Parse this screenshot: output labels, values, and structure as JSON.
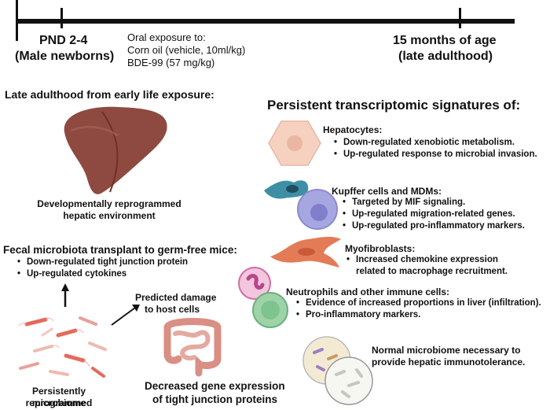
{
  "timeline": {
    "start": {
      "title": "PND 2-4",
      "subtitle": "(Male newborns)"
    },
    "exposure": {
      "heading": "Oral exposure to:",
      "line1": "Corn oil (vehicle, 10ml/kg)",
      "line2": "BDE-99 (57 mg/kg)"
    },
    "end": {
      "title": "15 months of age",
      "subtitle": "(late adulthood)"
    }
  },
  "left": {
    "heading": "Late adulthood from early life exposure:",
    "liver_caption": [
      "Developmentally reprogrammed",
      "hepatic environment"
    ],
    "fmt_heading": "Fecal microbiota transplant to germ-free mice:",
    "fmt_bullets": [
      "Down-regulated tight junction protein",
      "Up-regulated cytokines"
    ],
    "microbiome_caption": [
      "Persistently reprogrammed",
      "microbiome"
    ],
    "damage_caption": [
      "Predicted damage",
      "to host cells"
    ],
    "gut_caption": [
      "Decreased gene expression",
      "of tight junction proteins"
    ]
  },
  "right": {
    "heading": "Persistent transcriptomic signatures of:",
    "cells": [
      {
        "title": "Hepatocytes:",
        "bullets": [
          "Down-regulated xenobiotic metabolism.",
          "Up-regulated response to microbial invasion."
        ]
      },
      {
        "title": "Kupffer cells and MDMs:",
        "bullets": [
          "Targeted by MIF signaling.",
          "Up-regulated migration-related genes.",
          "Up-regulated pro-inflammatory markers."
        ]
      },
      {
        "title": "Myofibroblasts:",
        "bullets": [
          "Increased chemokine expression",
          "related to macrophage recruitment."
        ]
      },
      {
        "title": "Neutrophils and other immune cells:",
        "bullets": [
          "Evidence of increased proportions in liver (infiltration).",
          "Pro-inflammatory markers."
        ]
      }
    ],
    "microbiome_note": [
      "Normal microbiome necessary to",
      "provide hepatic immunotolerance."
    ]
  },
  "icons": [
    "liver-icon",
    "bacteria-icon",
    "intestine-icon",
    "hepatocyte-icon",
    "kupffer-cell-icon",
    "myofibroblast-icon",
    "neutrophil-icon",
    "microbiome-dish-icon"
  ],
  "colors": {
    "liver": "#8e4a40",
    "intestine": "#d98f84",
    "bacteria": "#e46a5c",
    "hepatocyte": "#f7d1bf",
    "kupffer": "#a6a6e0",
    "myofibroblast": "#e37b57",
    "neutrophil": "#d66aa6",
    "immune_cell": "#7ec48f"
  }
}
